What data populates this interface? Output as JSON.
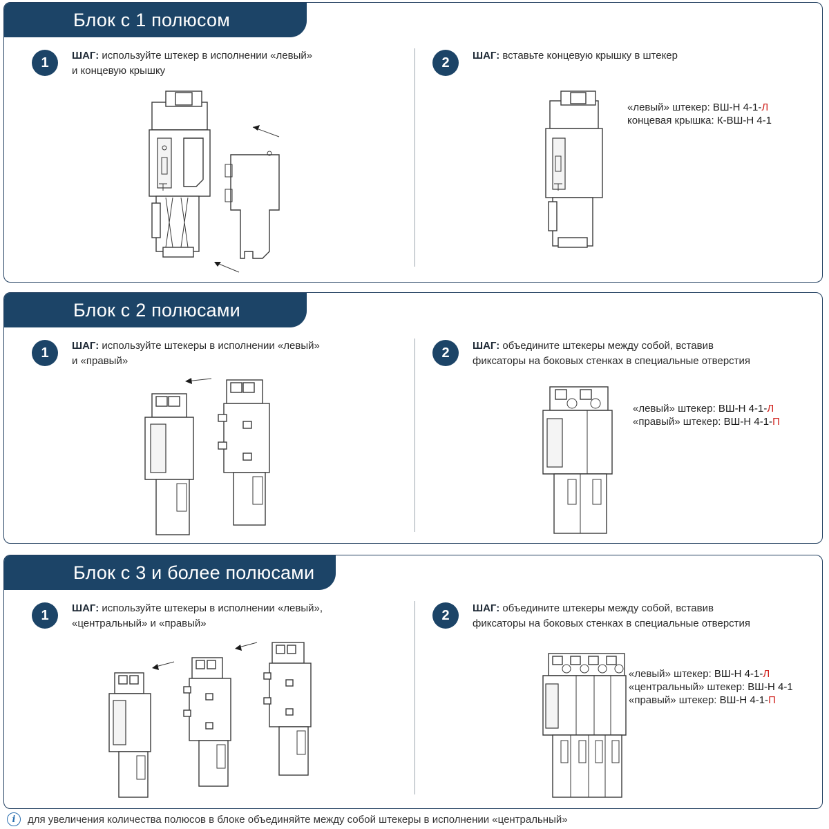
{
  "sections": [
    {
      "title": "Блок с 1 полюсом",
      "step1": {
        "num": "1",
        "label": "ШАГ:",
        "line1": " используйте штекер в исполнении «левый»",
        "line2": "и концевую крышку"
      },
      "step2": {
        "num": "2",
        "label": "ШАГ:",
        "line1": " вставьте концевую крышку в штекер",
        "line2": ""
      },
      "legend": [
        {
          "prefix": "«левый» штекер: ",
          "code": "ВШ-Н 4-1-",
          "suffix": "Л"
        },
        {
          "prefix": "концевая крышка: ",
          "code": "К-ВШ-Н 4-1",
          "suffix": ""
        }
      ]
    },
    {
      "title": "Блок с 2 полюсами",
      "step1": {
        "num": "1",
        "label": "ШАГ:",
        "line1": " используйте штекеры в исполнении «левый»",
        "line2": "и «правый»"
      },
      "step2": {
        "num": "2",
        "label": "ШАГ:",
        "line1": " объедините штекеры между собой, вставив",
        "line2": "фиксаторы на боковых стенках в специальные отверстия"
      },
      "legend": [
        {
          "prefix": "«левый» штекер: ",
          "code": "ВШ-Н 4-1-",
          "suffix": "Л"
        },
        {
          "prefix": "«правый» штекер: ",
          "code": "ВШ-Н 4-1-",
          "suffix": "П"
        }
      ]
    },
    {
      "title": "Блок с 3 и более полюсами",
      "step1": {
        "num": "1",
        "label": "ШАГ:",
        "line1": " используйте штекеры в исполнении «левый»,",
        "line2": "«центральный» и «правый»"
      },
      "step2": {
        "num": "2",
        "label": "ШАГ:",
        "line1": " объедините штекеры между собой, вставив",
        "line2": "фиксаторы на боковых стенках в специальные отверстия"
      },
      "legend": [
        {
          "prefix": "«левый» штекер: ",
          "code": "ВШ-Н 4-1-",
          "suffix": "Л"
        },
        {
          "prefix": "«центральный» штекер: ",
          "code": "ВШ-Н 4-1",
          "suffix": ""
        },
        {
          "prefix": "«правый» штекер: ",
          "code": "ВШ-Н 4-1-",
          "suffix": "П"
        }
      ]
    }
  ],
  "footnote": "для увеличения количества полюсов в блоке объединяйте между собой штекеры в исполнении «центральный»",
  "icons": {
    "info": "i"
  },
  "colors": {
    "brand": "#1c4467",
    "accent_red": "#d0211c",
    "info_blue": "#2a6fb0"
  }
}
